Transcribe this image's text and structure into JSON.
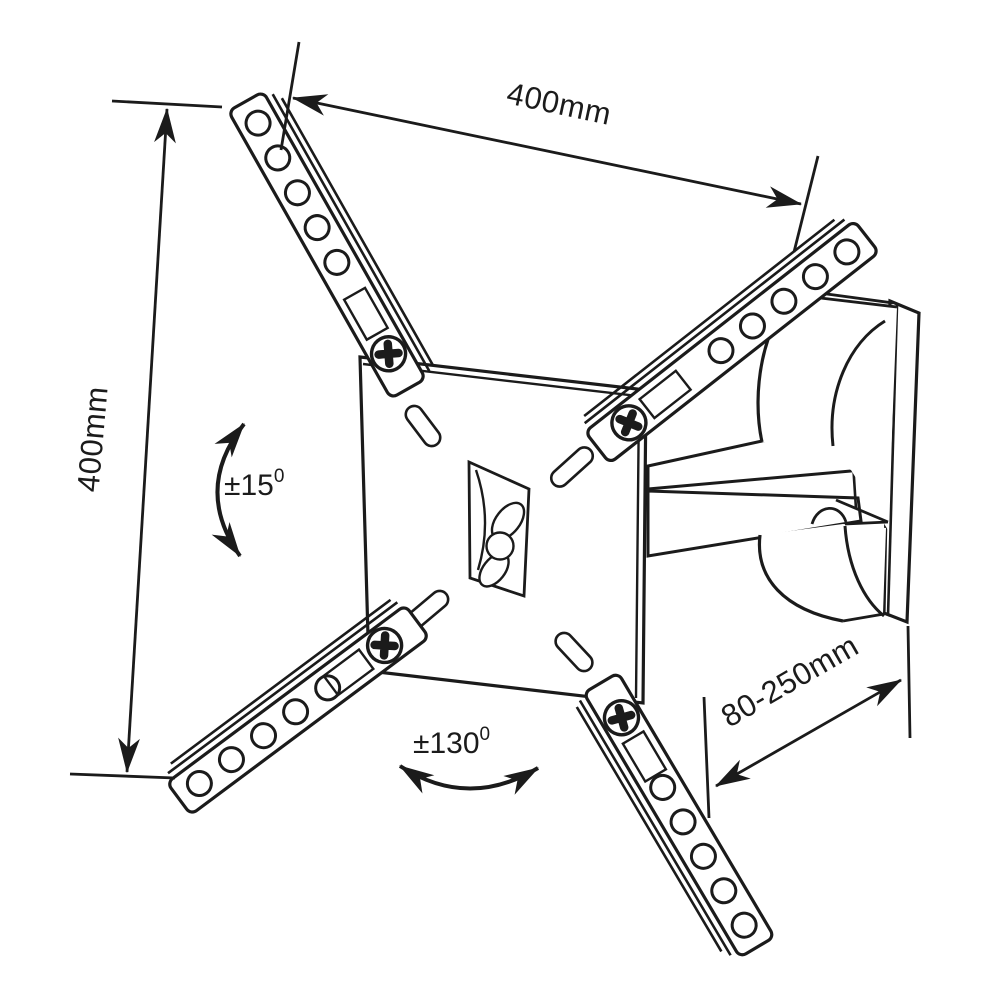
{
  "annotations": {
    "width": "400mm",
    "height": "400mm",
    "tilt": {
      "value": "±15",
      "sup": "0"
    },
    "swivel": {
      "value": "±130",
      "sup": "0"
    },
    "extension": "80-250mm"
  },
  "colors": {
    "line": "#1b1b1b",
    "background": "#ffffff"
  }
}
